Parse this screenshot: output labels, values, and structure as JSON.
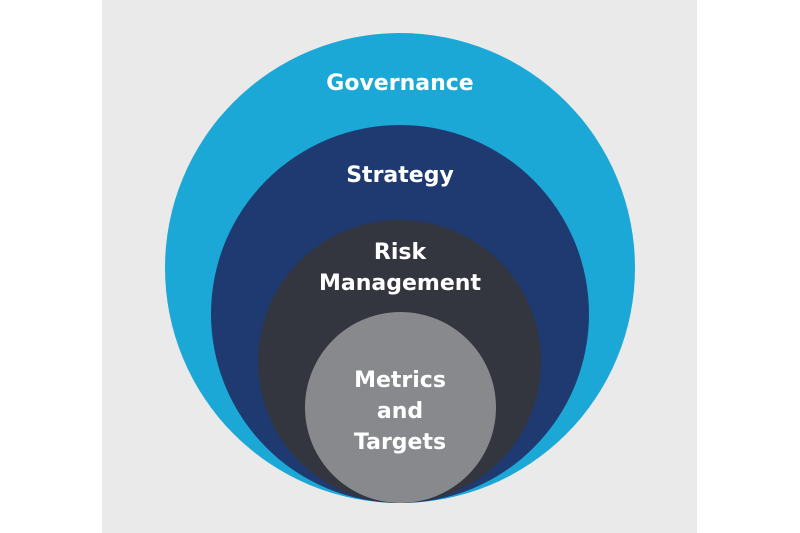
{
  "diagram": {
    "layers": [
      {
        "label": "Governance",
        "color": "#1ba8d6"
      },
      {
        "label": "Strategy",
        "color": "#1f3a70"
      },
      {
        "label_line1": "Risk",
        "label_line2": "Management",
        "color": "#33363f"
      },
      {
        "label_line1": "Metrics",
        "label_line2": "and",
        "label_line3": "Targets",
        "color": "#87898d"
      }
    ]
  }
}
